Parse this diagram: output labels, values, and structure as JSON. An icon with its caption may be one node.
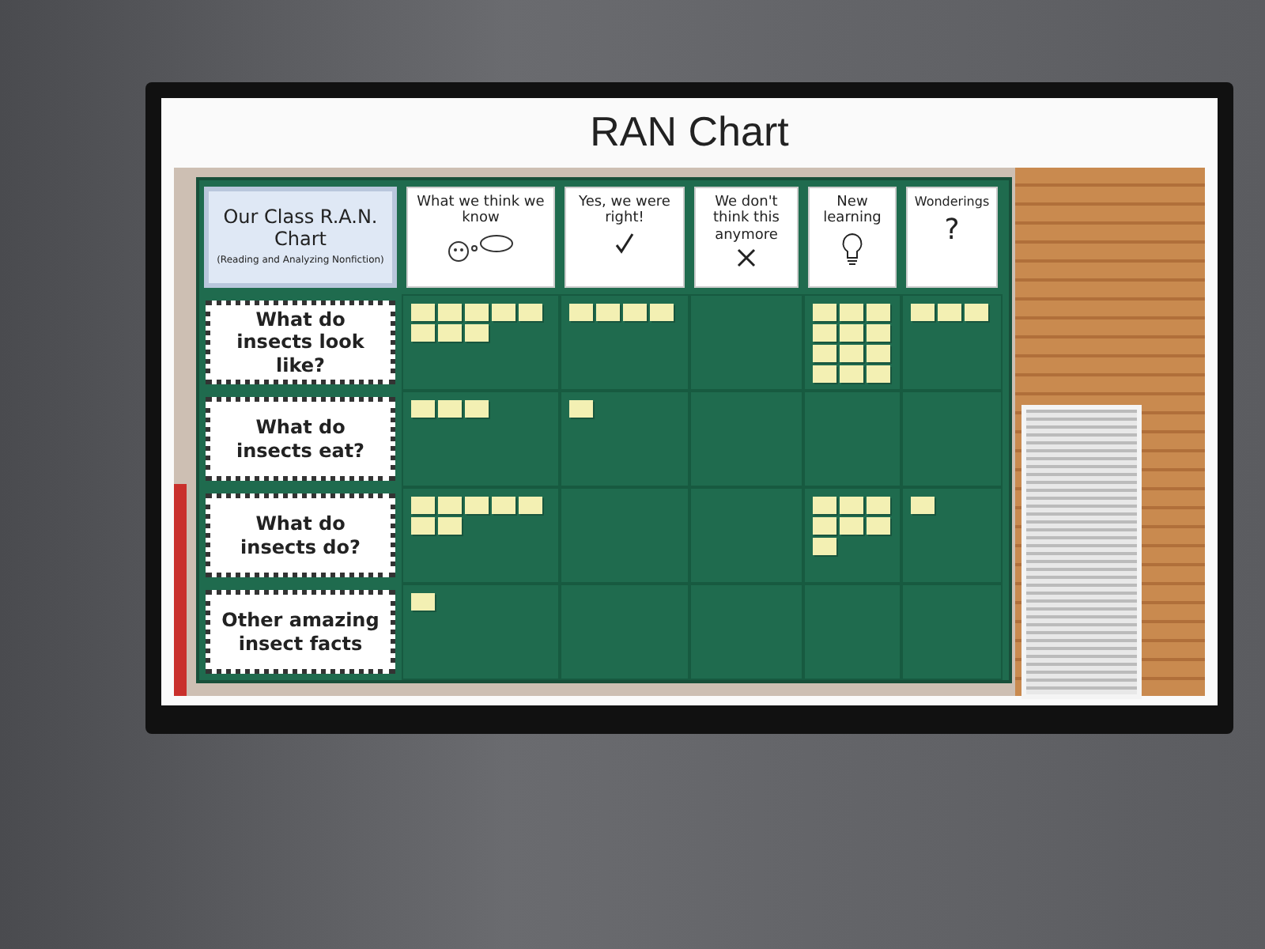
{
  "diagram": {
    "title": "RAN Chart",
    "nodes": [
      {
        "text": [
          "Our Class R.A.N. Chart",
          "(Reading and Analyzing Nonfiction)"
        ]
      },
      {
        "text": [
          "What we think we know"
        ]
      },
      {
        "text": [
          "Yes, we were right!"
        ]
      },
      {
        "text": [
          "We don't think this anymore"
        ]
      },
      {
        "text": [
          "New learning"
        ]
      },
      {
        "text": [
          "Wonderings",
          "?"
        ]
      },
      {
        "text": [
          "What do insects look like?"
        ]
      },
      {
        "text": [
          "What do insects eat?"
        ]
      },
      {
        "text": [
          "What do insects do?"
        ]
      },
      {
        "text": [
          "Other amazing insect facts"
        ]
      }
    ]
  }
}
